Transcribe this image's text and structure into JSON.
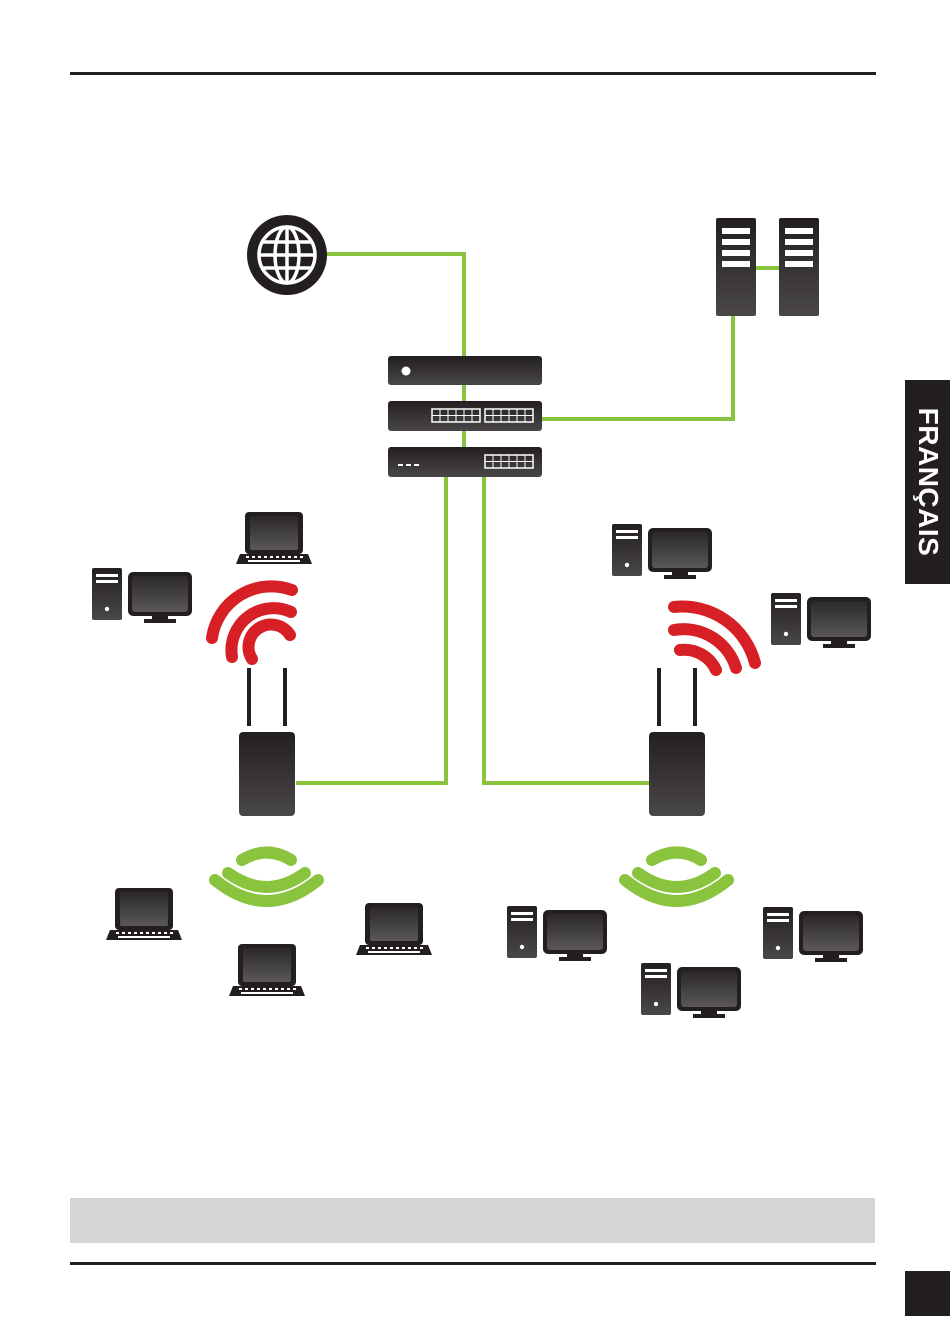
{
  "language_tab": {
    "label": "FRANÇAIS"
  },
  "colors": {
    "link": "#8ac43f",
    "wireless_red": "#d71f26",
    "wireless_green": "#8ac43f",
    "device_dark": "#231f20",
    "rule": "#231f20",
    "caption_bar": "#d5d5d5"
  },
  "diagram": {
    "nodes": [
      {
        "id": "internet",
        "icon": "globe-icon"
      },
      {
        "id": "servers",
        "icon": "server-icon",
        "count": 2
      },
      {
        "id": "switch-stack",
        "icon": "switch-icon",
        "count": 3
      },
      {
        "id": "access-point-left",
        "icon": "access-point-icon",
        "wireless": [
          "red",
          "green"
        ]
      },
      {
        "id": "access-point-right",
        "icon": "access-point-icon",
        "wireless": [
          "red",
          "green"
        ]
      },
      {
        "id": "left-red-clients",
        "icon": "laptop-desktop-icons",
        "laptops": 1,
        "desktops": 1
      },
      {
        "id": "left-green-clients",
        "icon": "laptop-icon",
        "laptops": 3
      },
      {
        "id": "right-red-clients",
        "icon": "desktop-icon",
        "desktops": 2
      },
      {
        "id": "right-green-clients",
        "icon": "desktop-icon",
        "desktops": 3
      }
    ],
    "links": [
      [
        "internet",
        "switch-stack"
      ],
      [
        "servers",
        "switch-stack"
      ],
      [
        "switch-stack",
        "access-point-left"
      ],
      [
        "switch-stack",
        "access-point-right"
      ]
    ]
  }
}
